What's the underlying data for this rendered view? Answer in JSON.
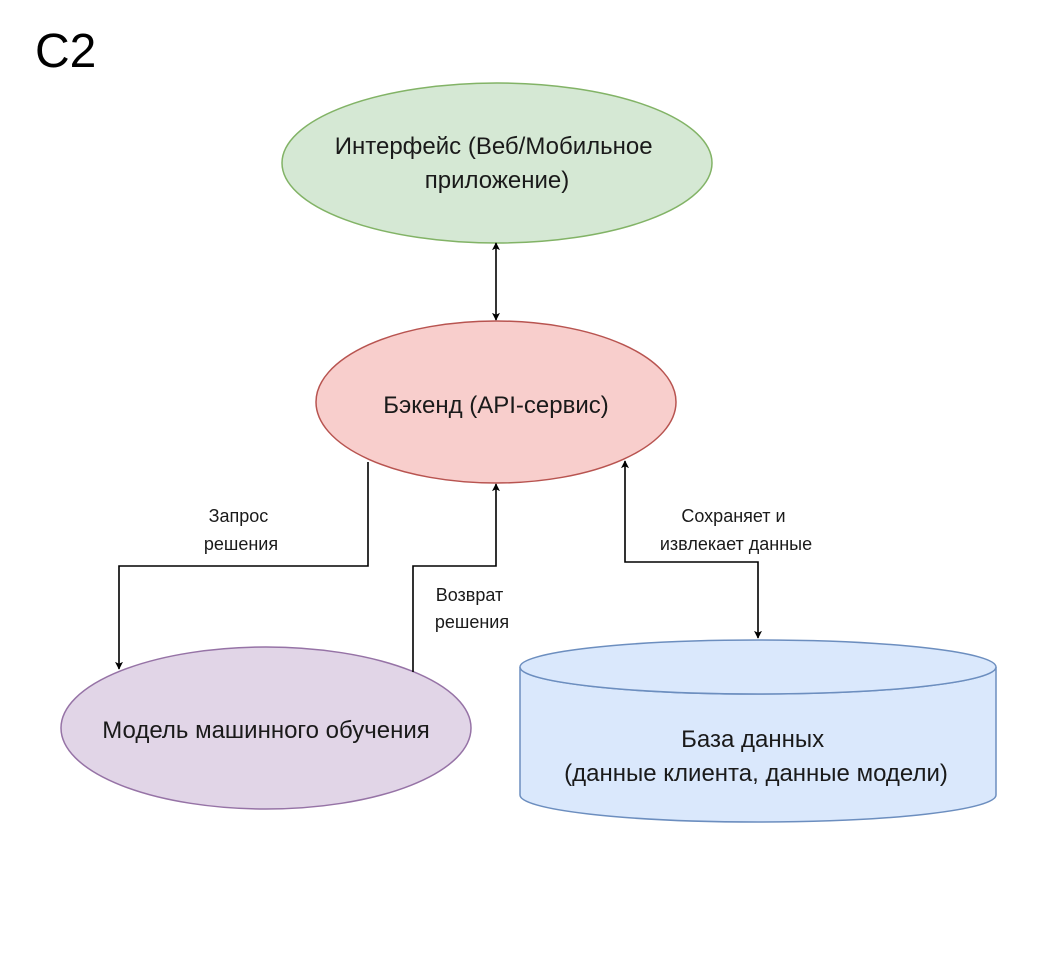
{
  "title": "C2",
  "nodes": {
    "interface": {
      "lines": [
        "Интерфейс (Веб/Мобильное",
        "приложение)"
      ],
      "fill": "#d5e8d4",
      "stroke": "#82b366"
    },
    "backend": {
      "lines": [
        "Бэкенд (API-сервис)"
      ],
      "fill": "#f8cecc",
      "stroke": "#b85450"
    },
    "ml_model": {
      "lines": [
        "Модель машинного обучения"
      ],
      "fill": "#e1d5e7",
      "stroke": "#9673a6"
    },
    "database": {
      "lines": [
        "База данных",
        "(данные клиента, данные модели)"
      ],
      "fill": "#dae8fc",
      "stroke": "#6c8ebf"
    }
  },
  "edges": {
    "request": {
      "lines": [
        "Запрос",
        "решения"
      ]
    },
    "return": {
      "lines": [
        "Возврат",
        "решения"
      ]
    },
    "storage": {
      "lines": [
        "Сохраняет и",
        "извлекает данные"
      ]
    }
  }
}
